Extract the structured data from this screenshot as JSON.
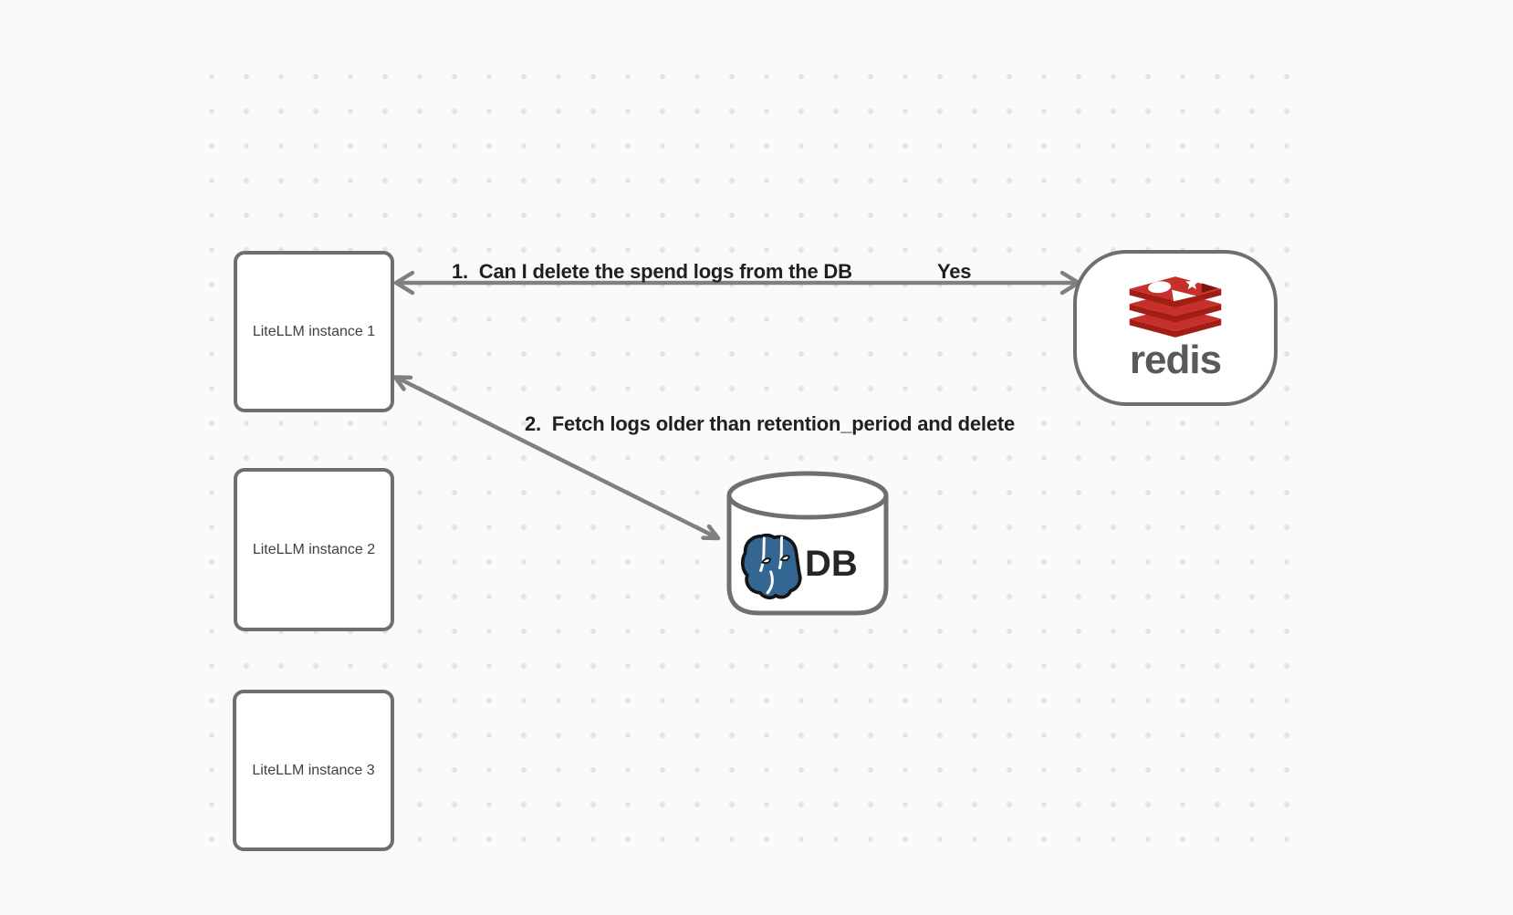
{
  "diagram": {
    "background": {
      "color": "#fafafa",
      "dot_color": "#e4e4e4"
    },
    "nodes": [
      {
        "label": "LiteLLM instance 1"
      },
      {
        "label": "LiteLLM instance 2"
      },
      {
        "label": "LiteLLM instance 3"
      }
    ],
    "redis": {
      "wordmark": "redis",
      "icon": "redis-stack-icon",
      "logo_red": "#c6302b",
      "logo_dark_red": "#a21e15",
      "wordmark_color": "#58595b"
    },
    "db": {
      "label": "DB",
      "icon": "postgresql-elephant-icon",
      "elephant_blue": "#336791",
      "cylinder_stroke": "#6f6f6f"
    },
    "arrows": {
      "step1_label": "1.  Can I delete the spend logs from the DB",
      "step1_response": "Yes",
      "step2_label": "2.  Fetch logs older than retention_period and delete",
      "stroke_color": "#808080"
    },
    "node_border_color": "#6f6f6f",
    "node_label_color": "#3f3f3f",
    "heading_text_color": "#1f1f1f"
  }
}
